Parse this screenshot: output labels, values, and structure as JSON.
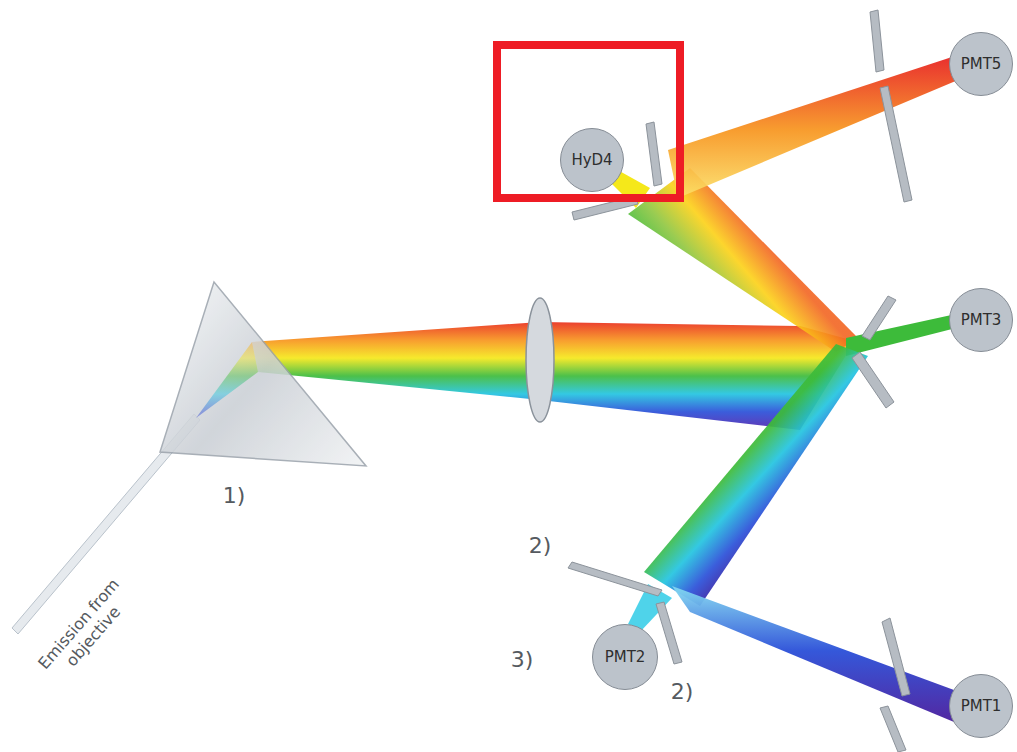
{
  "diagram": {
    "nodes": [
      {
        "text": [
          "HyD4"
        ]
      },
      {
        "text": [
          "PMT5"
        ]
      },
      {
        "text": [
          "PMT3"
        ]
      },
      {
        "text": [
          "PMT2"
        ]
      },
      {
        "text": [
          "PMT1"
        ]
      }
    ],
    "labels": [
      "Emission from objective",
      "1)",
      "2)",
      "3)",
      "2)"
    ]
  }
}
